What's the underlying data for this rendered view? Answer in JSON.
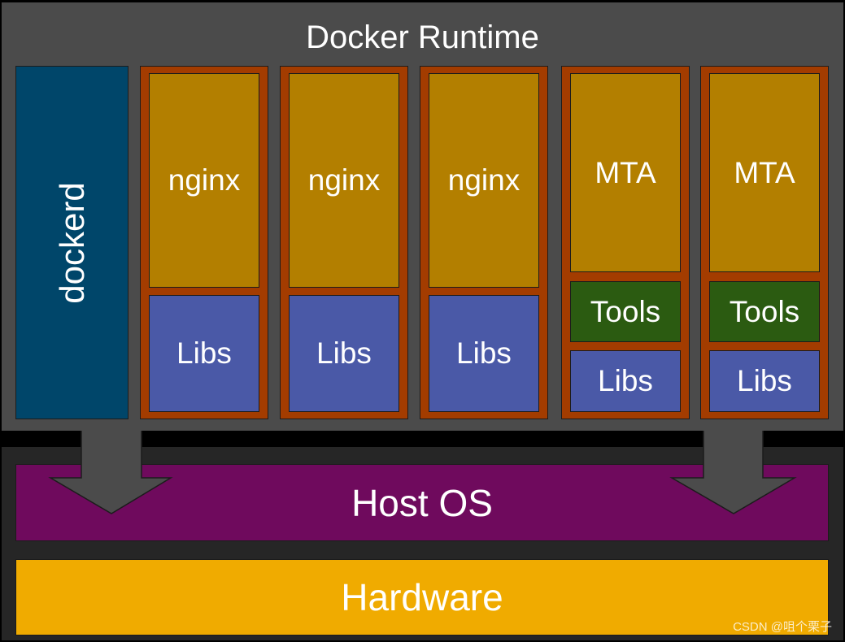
{
  "title": "Docker Runtime",
  "daemon": {
    "label": "dockerd"
  },
  "containers": [
    {
      "app": "nginx",
      "libs": "Libs"
    },
    {
      "app": "nginx",
      "libs": "Libs"
    },
    {
      "app": "nginx",
      "libs": "Libs"
    },
    {
      "app": "MTA",
      "tools": "Tools",
      "libs": "Libs"
    },
    {
      "app": "MTA",
      "tools": "Tools",
      "libs": "Libs"
    }
  ],
  "host_os": "Host OS",
  "hardware": "Hardware",
  "watermark": "CSDN @咀个栗子",
  "colors": {
    "runtime": "#4b4b4b",
    "dockerd": "#00466a",
    "container": "#a33c00",
    "app": "#b37f00",
    "libs": "#4a59a7",
    "tools": "#2b5b11",
    "host_os": "#6f0a5d",
    "hardware": "#f0ab00"
  }
}
